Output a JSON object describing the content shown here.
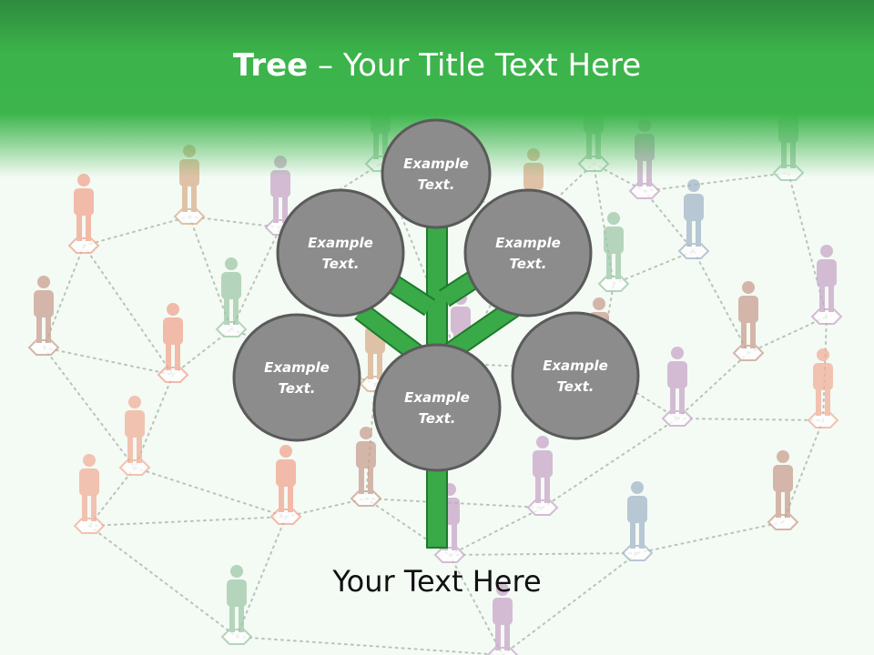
{
  "slide": {
    "title_bold": "Tree",
    "title_separator": " – ",
    "title_rest": "Your Title Text Here",
    "bottom_text": "Your Text Here"
  },
  "tree": {
    "nodes": [
      {
        "id": "top",
        "line1": "Example",
        "line2": "Text."
      },
      {
        "id": "upper-left",
        "line1": "Example",
        "line2": "Text."
      },
      {
        "id": "upper-right",
        "line1": "Example",
        "line2": "Text."
      },
      {
        "id": "lower-left",
        "line1": "Example",
        "line2": "Text."
      },
      {
        "id": "center",
        "line1": "Example",
        "line2": "Text."
      },
      {
        "id": "lower-right",
        "line1": "Example",
        "line2": "Text."
      }
    ]
  },
  "colors": {
    "header_green": "#3cb44b",
    "trunk_green": "#3aaa48",
    "node_fill": "#8c8c8c",
    "node_stroke": "#5a5a5a"
  },
  "background": {
    "figure_icon": "person-figure-icon",
    "figure_colors": [
      "#f2a58f",
      "#d9b08c",
      "#c9a8c9",
      "#9fc9a8",
      "#a3b7c9",
      "#c9a090",
      "#f0b09a"
    ]
  }
}
